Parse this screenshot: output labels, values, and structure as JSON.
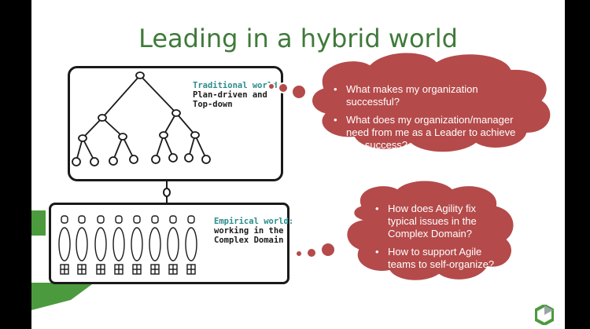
{
  "slide": {
    "title": "Leading in a hybrid world"
  },
  "traditional": {
    "title": "Traditional world:",
    "subtitle": "Plan-driven and\nTop-down"
  },
  "empirical": {
    "title": "Empirical world:",
    "subtitle": "working in the\nComplex Domain"
  },
  "cloud_top": {
    "bullets": [
      "What makes my organization successful?",
      "What does my organization/manager need from me as a Leader to achieve this success?"
    ]
  },
  "cloud_bottom": {
    "bullets": [
      "How does Agility fix typical issues in the Complex Domain?",
      "How to support Agile teams to self-organize?"
    ]
  },
  "colors": {
    "title_green": "#3f7a3a",
    "cloud_fill": "#b54a4a",
    "label_teal": "#2a8c8c",
    "band_green": "#4c9a3e"
  },
  "icons": {
    "corner_logo": "hexagon-logo-icon"
  }
}
